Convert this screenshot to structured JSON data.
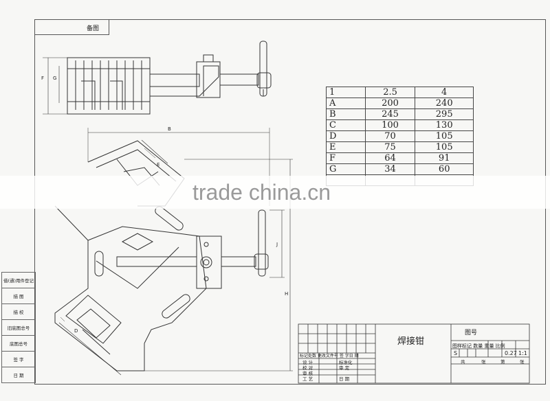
{
  "drawing": {
    "top_label": "备图",
    "watermark": "trade china.cn",
    "dimension_labels": {
      "B": "B",
      "F": "F",
      "G": "G",
      "E": "E",
      "J": "J",
      "H": "H",
      "D": "D"
    }
  },
  "table": {
    "rows": [
      [
        "1",
        "2.5",
        "4"
      ],
      [
        "A",
        "200",
        "240"
      ],
      [
        "B",
        "245",
        "295"
      ],
      [
        "C",
        "100",
        "130"
      ],
      [
        "D",
        "70",
        "105"
      ],
      [
        "E",
        "75",
        "105"
      ],
      [
        "F",
        "64",
        "91"
      ],
      [
        "G",
        "34",
        "60"
      ],
      [
        "",
        "",
        ""
      ]
    ]
  },
  "side_box": {
    "rows": [
      "借(通)用件登记",
      "描 图",
      "描 校",
      "旧底图总号",
      "底图总号",
      "签 字",
      "日 期"
    ]
  },
  "title_block": {
    "title": "焊接钳",
    "drawing_no_label": "图号",
    "row1": "标记处数 更改文件号 签 字日 期",
    "row2_a": "设 计",
    "row2_b": "标准化",
    "row3_a": "校 对",
    "row3_b": "审 定",
    "row4_a": "审 核",
    "row5_a": "工 艺",
    "row5_b": "日 期",
    "meta_headers": "图样标记 数量 重量 比例",
    "stage": "S",
    "weight": "0.27",
    "scale": "1:1",
    "sheet_total": "共",
    "sheet_unit1": "张",
    "sheet_no": "第",
    "sheet_unit2": "张"
  }
}
